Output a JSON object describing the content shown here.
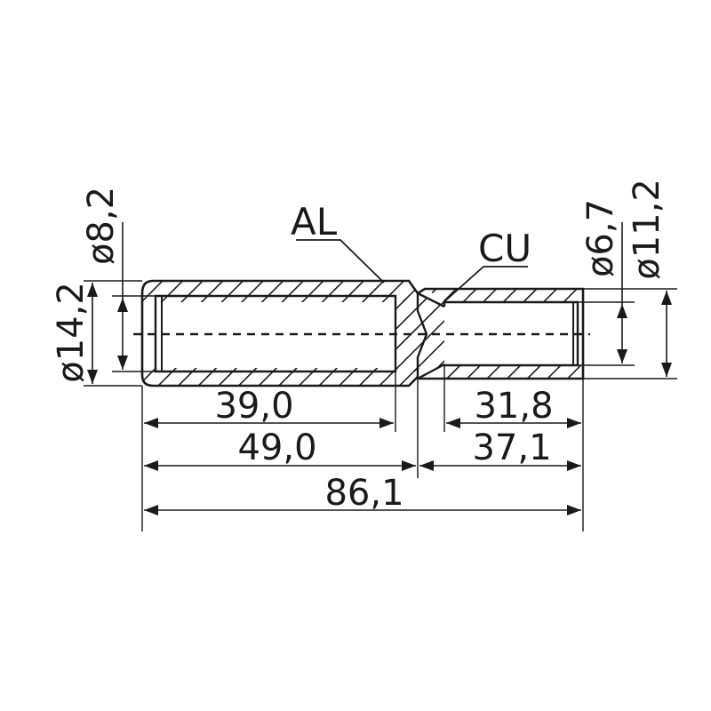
{
  "materials": {
    "aluminium": "AL",
    "copper": "CU"
  },
  "dimensions": {
    "outer_diameter_al": "ø14,2",
    "inner_diameter_al": "ø8,2",
    "inner_diameter_cu": "ø6,7",
    "outer_diameter_cu": "ø11,2",
    "al_bore_depth": "39,0",
    "cu_bore_depth": "31,8",
    "al_section_length": "49,0",
    "cu_section_length": "37,1",
    "total_length": "86,1"
  },
  "colors": {
    "line": "#1a1a1a",
    "background": "#ffffff"
  }
}
